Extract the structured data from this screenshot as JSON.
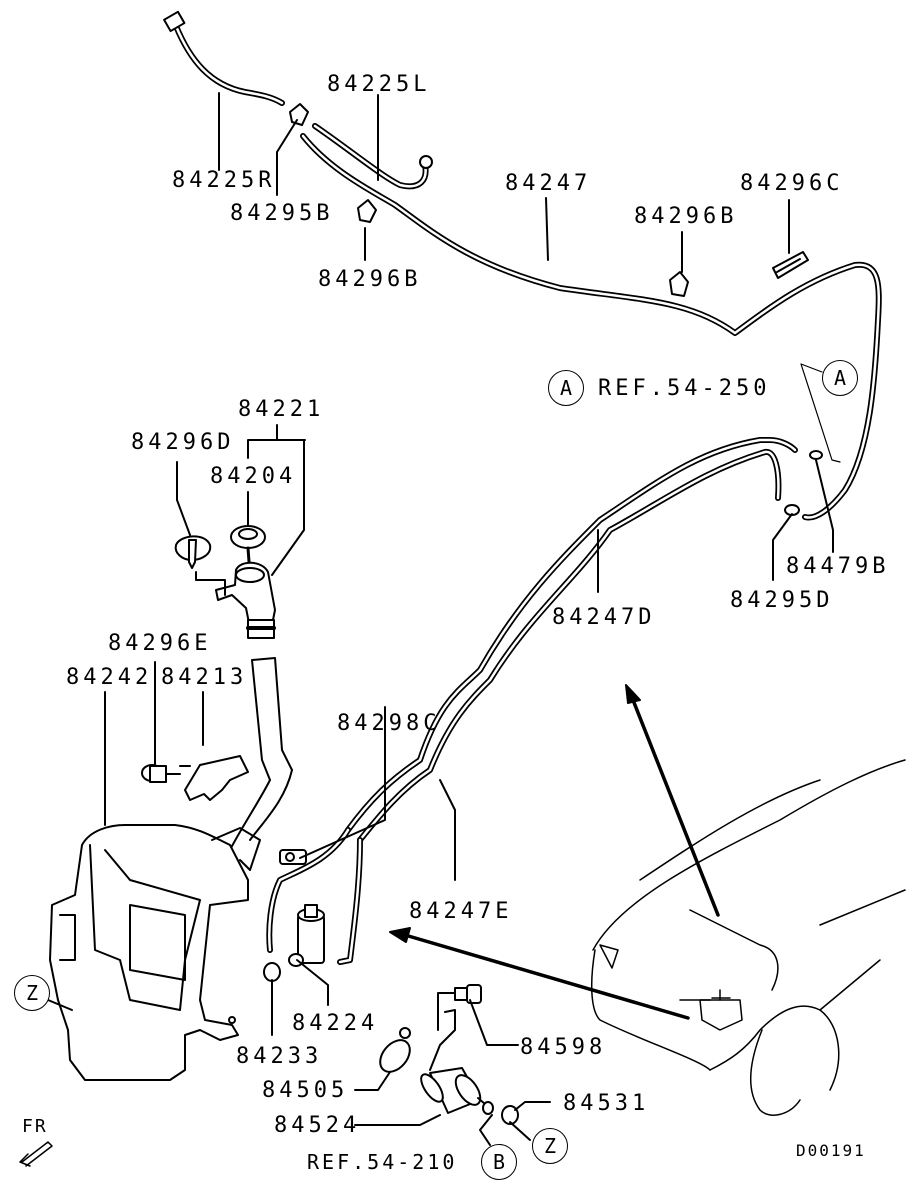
{
  "diagram": {
    "title": "Windshield washer parts diagram",
    "code": "D00191",
    "direction_label": "FR",
    "parts": [
      {
        "id": "84225L",
        "label": "84225L"
      },
      {
        "id": "84225R",
        "label": "84225R"
      },
      {
        "id": "84295B",
        "label": "84295B"
      },
      {
        "id": "84296B_a",
        "label": "84296B"
      },
      {
        "id": "84247",
        "label": "84247"
      },
      {
        "id": "84296B_b",
        "label": "84296B"
      },
      {
        "id": "84296C",
        "label": "84296C"
      },
      {
        "id": "84221",
        "label": "84221"
      },
      {
        "id": "84296D",
        "label": "84296D"
      },
      {
        "id": "84204",
        "label": "84204"
      },
      {
        "id": "84296E",
        "label": "84296E"
      },
      {
        "id": "84242",
        "label": "84242"
      },
      {
        "id": "84213",
        "label": "84213"
      },
      {
        "id": "84298C",
        "label": "84298C"
      },
      {
        "id": "84247D",
        "label": "84247D"
      },
      {
        "id": "84479B",
        "label": "84479B"
      },
      {
        "id": "84295D",
        "label": "84295D"
      },
      {
        "id": "84247E",
        "label": "84247E"
      },
      {
        "id": "84224",
        "label": "84224"
      },
      {
        "id": "84233",
        "label": "84233"
      },
      {
        "id": "84598",
        "label": "84598"
      },
      {
        "id": "84505",
        "label": "84505"
      },
      {
        "id": "84524",
        "label": "84524"
      },
      {
        "id": "84531",
        "label": "84531"
      }
    ],
    "references": {
      "a": {
        "marker": "A",
        "text": "REF.54-250"
      },
      "b": {
        "marker": "B",
        "text": "REF.54-210"
      }
    },
    "markers": {
      "a_detail": "A",
      "z_left": "Z",
      "z_bottom": "Z",
      "b_bottom": "B"
    }
  }
}
